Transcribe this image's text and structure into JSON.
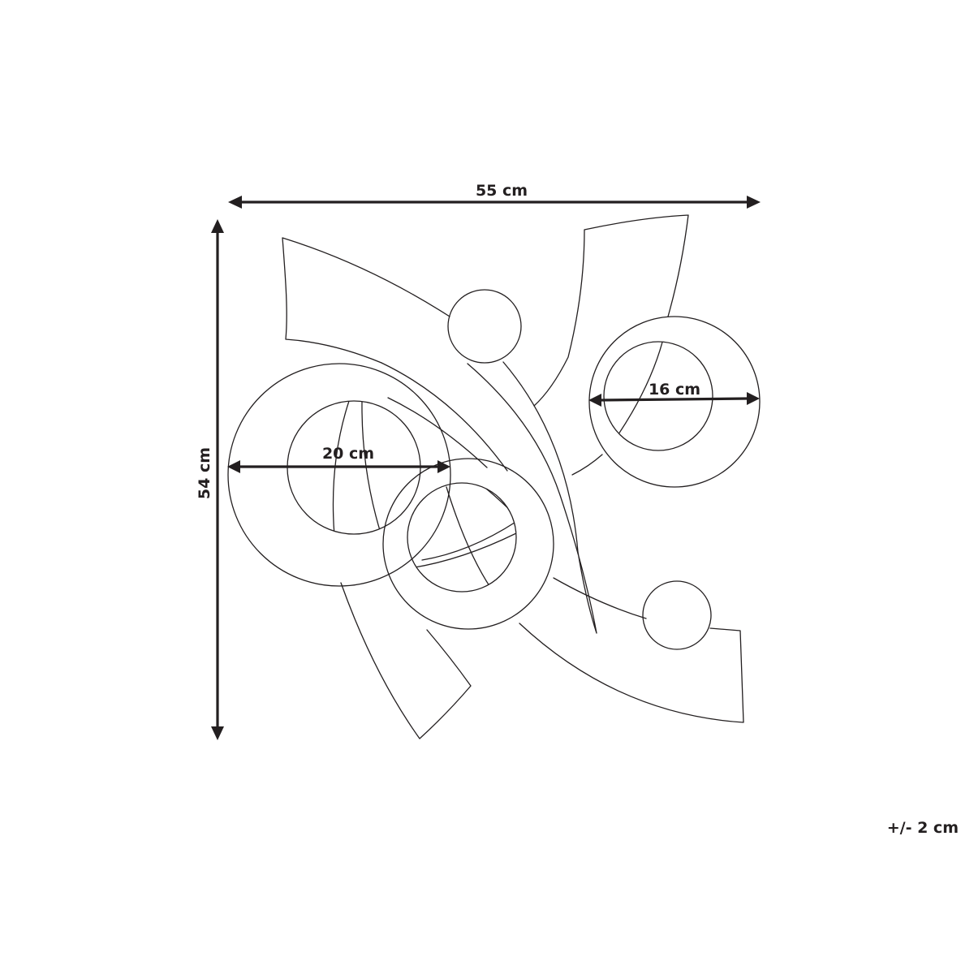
{
  "dimensions": {
    "width": "55 cm",
    "height": "54 cm",
    "large_ring": "20 cm",
    "small_ring": "16 cm",
    "tolerance": "+/- 2 cm"
  },
  "colors": {
    "stroke": "#231f20",
    "background": "#ffffff"
  }
}
